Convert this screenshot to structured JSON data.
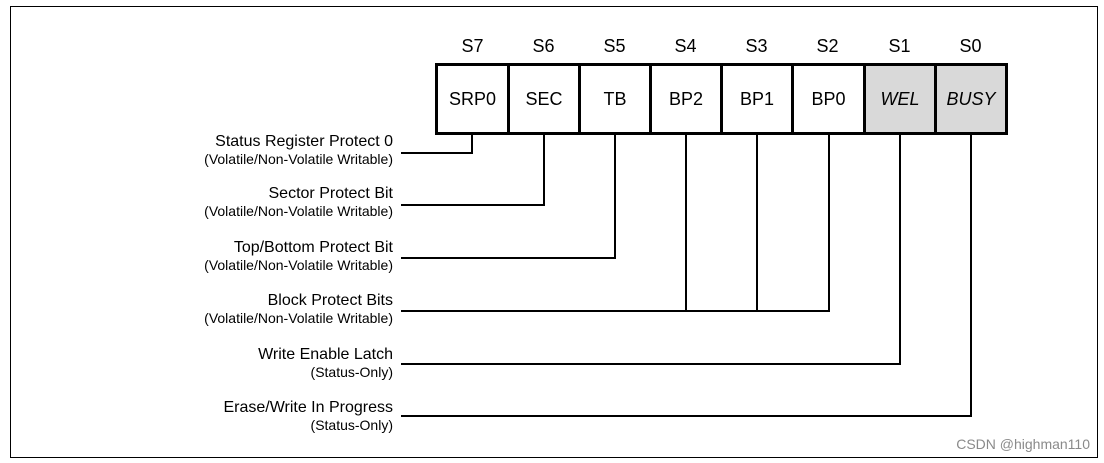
{
  "bits": [
    {
      "head": "S7",
      "name": "SRP0",
      "shaded": false
    },
    {
      "head": "S6",
      "name": "SEC",
      "shaded": false
    },
    {
      "head": "S5",
      "name": "TB",
      "shaded": false
    },
    {
      "head": "S4",
      "name": "BP2",
      "shaded": false
    },
    {
      "head": "S3",
      "name": "BP1",
      "shaded": false
    },
    {
      "head": "S2",
      "name": "BP0",
      "shaded": false
    },
    {
      "head": "S1",
      "name": "WEL",
      "shaded": true
    },
    {
      "head": "S0",
      "name": "BUSY",
      "shaded": true
    }
  ],
  "labels": [
    {
      "main": "Status Register Protect 0",
      "sub": "(Volatile/Non-Volatile Writable)"
    },
    {
      "main": "Sector Protect Bit",
      "sub": "(Volatile/Non-Volatile Writable)"
    },
    {
      "main": "Top/Bottom Protect Bit",
      "sub": "(Volatile/Non-Volatile Writable)"
    },
    {
      "main": "Block Protect Bits",
      "sub": "(Volatile/Non-Volatile Writable)"
    },
    {
      "main": "Write Enable Latch",
      "sub": "(Status-Only)"
    },
    {
      "main": "Erase/Write In Progress",
      "sub": "(Status-Only)"
    }
  ],
  "watermark": "CSDN @highman110",
  "colors": {
    "shaded_cell": "#d9d9d9",
    "line": "#000000",
    "watermark": "#8a8a8a"
  }
}
